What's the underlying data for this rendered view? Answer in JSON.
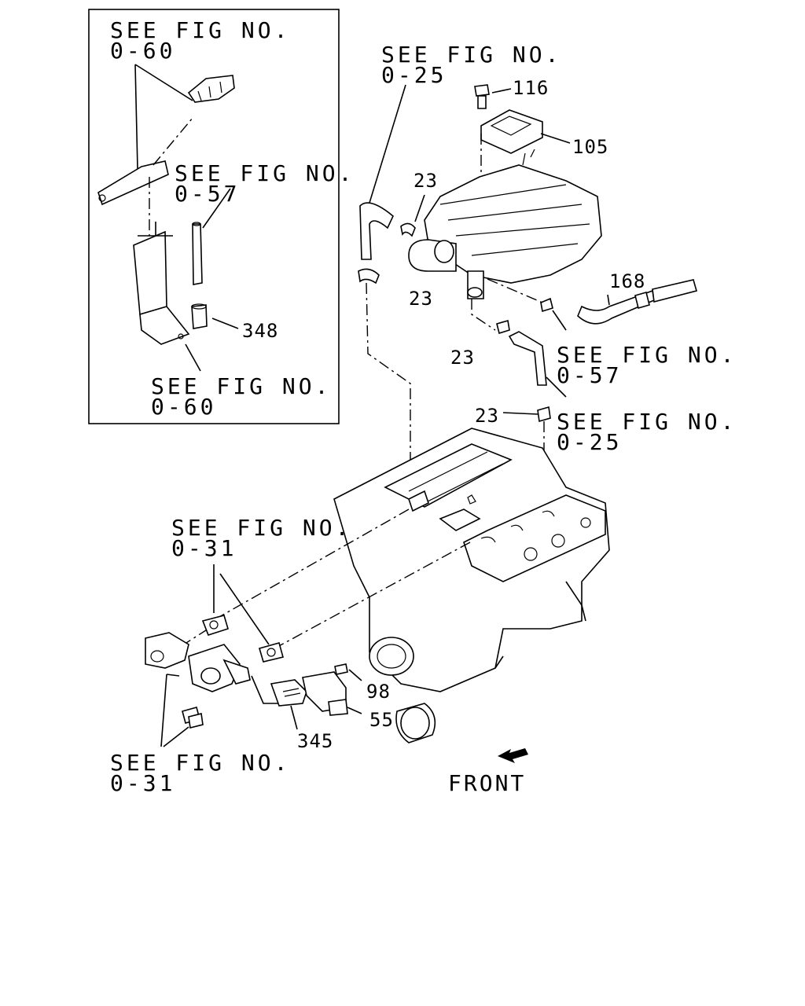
{
  "refs": {
    "inset_top": "SEE FIG NO.\n0-60",
    "inset_mid": "SEE FIG NO.\n0-57",
    "inset_bottom": "SEE FIG NO.\n0-60",
    "top_center": "SEE FIG NO.\n0-25",
    "right_upper": "SEE FIG NO.\n0-57",
    "right_lower": "SEE FIG NO.\n0-25",
    "left_mid": "SEE FIG NO.\n0-31",
    "left_bottom": "SEE FIG NO.\n0-31"
  },
  "parts": {
    "p116": "116",
    "p105": "105",
    "p23_a": "23",
    "p23_b": "23",
    "p168": "168",
    "p23_c": "23",
    "p23_d": "23",
    "p348": "348",
    "p98": "98",
    "p55": "55",
    "p345": "345"
  },
  "front_label": "FRONT"
}
